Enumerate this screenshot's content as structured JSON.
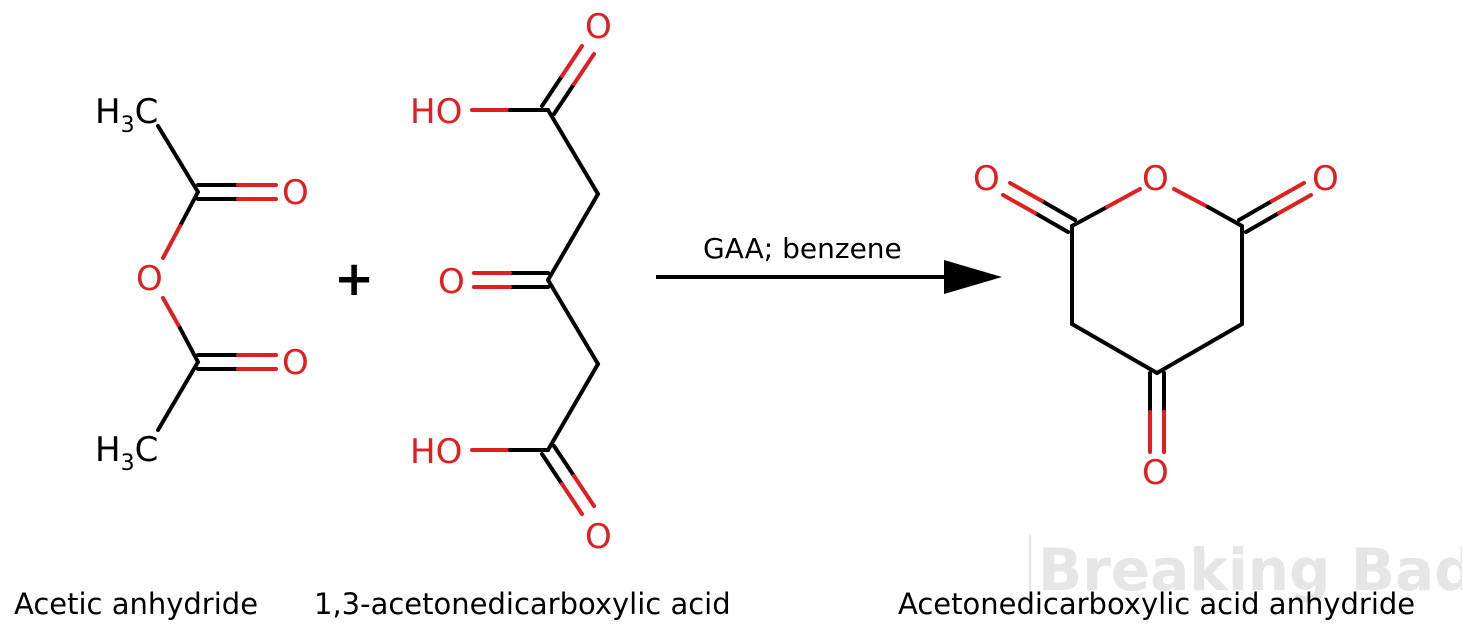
{
  "colors": {
    "carbon": "#000000",
    "oxygen": "#e02020",
    "watermark": "#e6e6e6"
  },
  "reactant1": {
    "name": "Acetic anhydride",
    "atoms": {
      "methyl_top": {
        "main": "H",
        "sub": "3",
        "tail": "C"
      },
      "methyl_bottom": {
        "main": "H",
        "sub": "3",
        "tail": "C"
      },
      "o_carbonyl_top": "O",
      "o_bridge": "O",
      "o_carbonyl_bottom": "O"
    }
  },
  "plus": "+",
  "reactant2": {
    "name": "1,3-acetonedicarboxylic acid",
    "atoms": {
      "ho_top": "HO",
      "o_top": "O",
      "o_ketone": "O",
      "ho_bottom": "HO",
      "o_bottom": "O"
    }
  },
  "arrow": {
    "conditions": "GAA; benzene"
  },
  "product": {
    "name": "Acetonedicarboxylic acid anhydride",
    "atoms": {
      "o_left": "O",
      "o_ring": "O",
      "o_right": "O",
      "o_bottom": "O"
    }
  },
  "watermark": "Breaking Bad"
}
